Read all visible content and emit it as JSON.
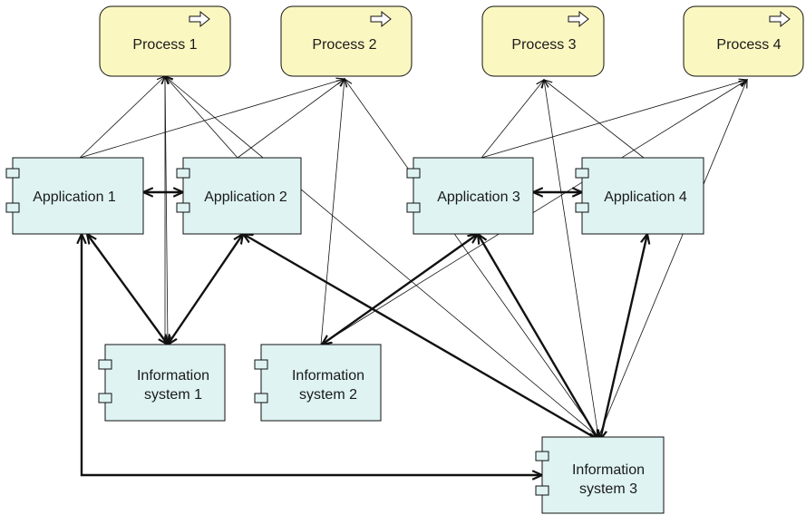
{
  "processes": [
    {
      "id": "p1",
      "label": "Process 1"
    },
    {
      "id": "p2",
      "label": "Process 2"
    },
    {
      "id": "p3",
      "label": "Process 3"
    },
    {
      "id": "p4",
      "label": "Process 4"
    }
  ],
  "applications": [
    {
      "id": "a1",
      "label": "Application 1"
    },
    {
      "id": "a2",
      "label": "Application 2"
    },
    {
      "id": "a3",
      "label": "Application 3"
    },
    {
      "id": "a4",
      "label": "Application 4"
    }
  ],
  "information_systems": [
    {
      "id": "i1",
      "line1": "Information",
      "line2": "system 1"
    },
    {
      "id": "i2",
      "line1": "Information",
      "line2": "system 2"
    },
    {
      "id": "i3",
      "line1": "Information",
      "line2": "system 3"
    }
  ],
  "colors": {
    "process_fill": "#fbf7c0",
    "component_fill": "#dff3f3",
    "stroke": "#111111"
  },
  "icons": {
    "process": "process-arrow-icon",
    "component": "component-icon"
  }
}
